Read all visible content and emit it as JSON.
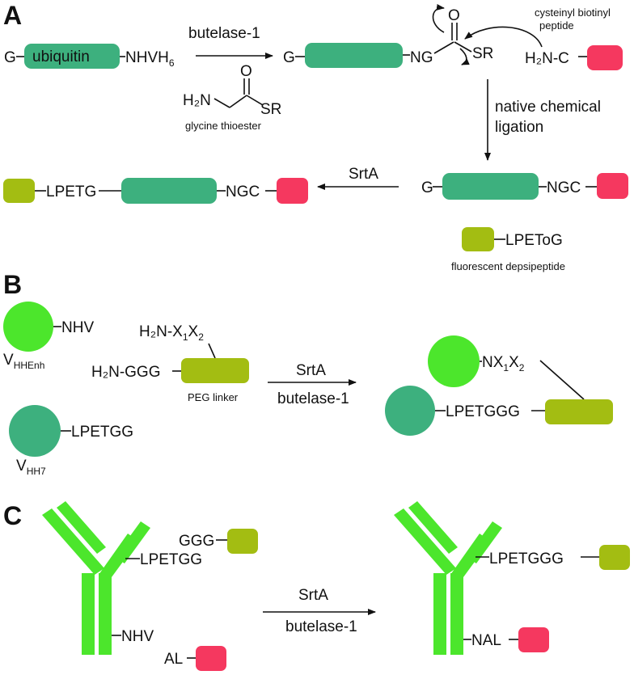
{
  "colors": {
    "teal": "#3db07e",
    "green": "#4ce62c",
    "olive": "#a3bd12",
    "pink": "#f5385f"
  },
  "panelA": {
    "label": "A",
    "g_left": "G",
    "ubiquitin": "ubiquitin",
    "nhvh": "NHVH",
    "nhvh_sub": "6",
    "butelase": "butelase-1",
    "g_mid": "G",
    "ng": "NG",
    "o": "O",
    "sr": "SR",
    "cys_label1": "cysteinyl biotinyl",
    "cys_label2": "peptide",
    "h2n_c": "H₂N-C",
    "gly_h2n": "H₂N",
    "gly_o": "O",
    "gly_sr": "SR",
    "gly_label": "glycine thioester",
    "ncl1": "native chemical",
    "ncl2": "ligation",
    "srtA": "SrtA",
    "lpetg": "LPETG",
    "ngc": "NGC",
    "g_right": "G",
    "ngc2": "NGC",
    "lpetog": "LPEToG",
    "depsi_label": "fluorescent depsipeptide"
  },
  "panelB": {
    "label": "B",
    "nhv": "NHV",
    "vhh_enh": "V",
    "vhh_enh_sub": "HHEnh",
    "h2n_x1x2": "H₂N-X",
    "x1": "1",
    "x2_pre": "X",
    "x2": "2",
    "h2n_ggg": "H₂N-GGG",
    "peg_label": "PEG linker",
    "lpetgg": "LPETGG",
    "vhh7": "V",
    "vhh7_sub": "HH7",
    "srtA": "SrtA",
    "butelase": "butelase-1",
    "nx": "NX",
    "nx_1": "1",
    "nx_x": "X",
    "nx_2": "2",
    "lpetggg": "LPETGGG"
  },
  "panelC": {
    "label": "C",
    "ggg": "GGG",
    "lpetgg": "LPETGG",
    "nhv": "NHV",
    "al": "AL",
    "srtA": "SrtA",
    "butelase": "butelase-1",
    "lpetggg": "LPETGGG",
    "nal": "NAL"
  }
}
